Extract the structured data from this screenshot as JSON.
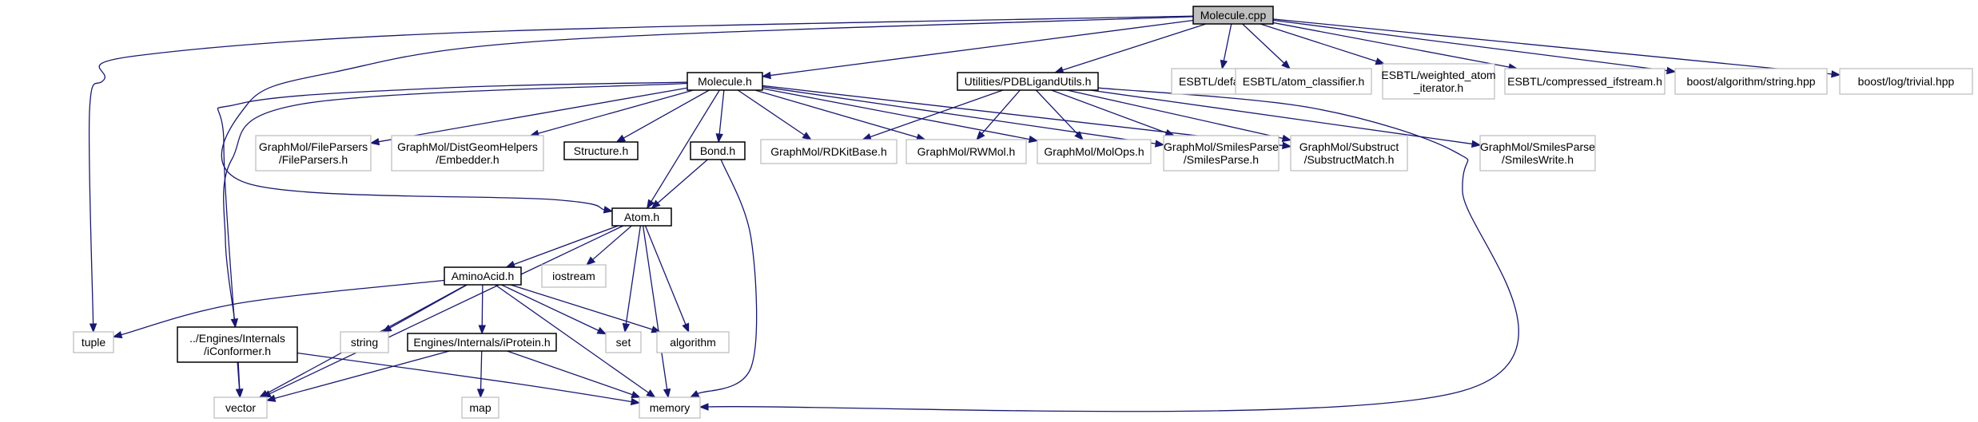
{
  "graph": {
    "nodes": {
      "molecule_cpp": {
        "lines": [
          "Molecule.cpp"
        ],
        "style": "root"
      },
      "molecule_h": {
        "lines": [
          "Molecule.h"
        ],
        "style": "doc"
      },
      "tuple": {
        "lines": [
          "tuple"
        ],
        "style": "external"
      },
      "pdbligandutils_h": {
        "lines": [
          "Utilities/PDBLigandUtils.h"
        ],
        "style": "doc"
      },
      "esbtl_default": {
        "lines": [
          "ESBTL/default.h"
        ],
        "style": "external"
      },
      "esbtl_atom_classifier": {
        "lines": [
          "ESBTL/atom_classifier.h"
        ],
        "style": "external"
      },
      "esbtl_weighted": {
        "lines": [
          "ESBTL/weighted_atom",
          "_iterator.h"
        ],
        "style": "external"
      },
      "esbtl_compressed": {
        "lines": [
          "ESBTL/compressed_ifstream.h"
        ],
        "style": "external"
      },
      "boost_string": {
        "lines": [
          "boost/algorithm/string.hpp"
        ],
        "style": "external"
      },
      "boost_log": {
        "lines": [
          "boost/log/trivial.hpp"
        ],
        "style": "external"
      },
      "vector": {
        "lines": [
          "vector"
        ],
        "style": "external"
      },
      "fileparsers": {
        "lines": [
          "GraphMol/FileParsers",
          "/FileParsers.h"
        ],
        "style": "external"
      },
      "embedder": {
        "lines": [
          "GraphMol/DistGeomHelpers",
          "/Embedder.h"
        ],
        "style": "external"
      },
      "structure_h": {
        "lines": [
          "Structure.h"
        ],
        "style": "doc"
      },
      "bond_h": {
        "lines": [
          "Bond.h"
        ],
        "style": "doc"
      },
      "rdkitbase": {
        "lines": [
          "GraphMol/RDKitBase.h"
        ],
        "style": "external"
      },
      "rwmol": {
        "lines": [
          "GraphMol/RWMol.h"
        ],
        "style": "external"
      },
      "molops": {
        "lines": [
          "GraphMol/MolOps.h"
        ],
        "style": "external"
      },
      "smilesparse": {
        "lines": [
          "GraphMol/SmilesParse",
          "/SmilesParse.h"
        ],
        "style": "external"
      },
      "substructmatch": {
        "lines": [
          "GraphMol/Substruct",
          "/SubstructMatch.h"
        ],
        "style": "external"
      },
      "smileswrite": {
        "lines": [
          "GraphMol/SmilesParse",
          "/SmilesWrite.h"
        ],
        "style": "external"
      },
      "atom_h": {
        "lines": [
          "Atom.h"
        ],
        "style": "doc"
      },
      "iconformer_h": {
        "lines": [
          "../Engines/Internals",
          "/iConformer.h"
        ],
        "style": "doc"
      },
      "aminoacid_h": {
        "lines": [
          "AminoAcid.h"
        ],
        "style": "doc"
      },
      "iostream": {
        "lines": [
          "iostream"
        ],
        "style": "external"
      },
      "string": {
        "lines": [
          "string"
        ],
        "style": "external"
      },
      "iprotein_h": {
        "lines": [
          "Engines/Internals/iProtein.h"
        ],
        "style": "doc"
      },
      "set": {
        "lines": [
          "set"
        ],
        "style": "external"
      },
      "algorithm": {
        "lines": [
          "algorithm"
        ],
        "style": "external"
      },
      "map": {
        "lines": [
          "map"
        ],
        "style": "external"
      },
      "memory": {
        "lines": [
          "memory"
        ],
        "style": "external"
      }
    },
    "edges": [
      [
        "molecule_cpp",
        "molecule_h"
      ],
      [
        "molecule_cpp",
        "tuple"
      ],
      [
        "molecule_cpp",
        "atom_h"
      ],
      [
        "molecule_cpp",
        "pdbligandutils_h"
      ],
      [
        "molecule_cpp",
        "esbtl_default"
      ],
      [
        "molecule_cpp",
        "esbtl_atom_classifier"
      ],
      [
        "molecule_cpp",
        "esbtl_weighted"
      ],
      [
        "molecule_cpp",
        "esbtl_compressed"
      ],
      [
        "molecule_cpp",
        "boost_string"
      ],
      [
        "molecule_cpp",
        "boost_log"
      ],
      [
        "molecule_h",
        "vector"
      ],
      [
        "molecule_h",
        "iconformer_h"
      ],
      [
        "molecule_h",
        "fileparsers"
      ],
      [
        "molecule_h",
        "embedder"
      ],
      [
        "molecule_h",
        "structure_h"
      ],
      [
        "molecule_h",
        "atom_h"
      ],
      [
        "molecule_h",
        "bond_h"
      ],
      [
        "molecule_h",
        "rdkitbase"
      ],
      [
        "molecule_h",
        "rwmol"
      ],
      [
        "molecule_h",
        "molops"
      ],
      [
        "molecule_h",
        "smilesparse"
      ],
      [
        "molecule_h",
        "substructmatch"
      ],
      [
        "pdbligandutils_h",
        "rdkitbase"
      ],
      [
        "pdbligandutils_h",
        "rwmol"
      ],
      [
        "pdbligandutils_h",
        "molops"
      ],
      [
        "pdbligandutils_h",
        "smilesparse"
      ],
      [
        "pdbligandutils_h",
        "substructmatch"
      ],
      [
        "pdbligandutils_h",
        "smileswrite"
      ],
      [
        "pdbligandutils_h",
        "memory"
      ],
      [
        "bond_h",
        "atom_h"
      ],
      [
        "bond_h",
        "memory"
      ],
      [
        "atom_h",
        "vector"
      ],
      [
        "atom_h",
        "aminoacid_h"
      ],
      [
        "atom_h",
        "iostream"
      ],
      [
        "atom_h",
        "set"
      ],
      [
        "atom_h",
        "algorithm"
      ],
      [
        "atom_h",
        "memory"
      ],
      [
        "aminoacid_h",
        "tuple"
      ],
      [
        "aminoacid_h",
        "vector"
      ],
      [
        "aminoacid_h",
        "string"
      ],
      [
        "aminoacid_h",
        "iprotein_h"
      ],
      [
        "aminoacid_h",
        "set"
      ],
      [
        "aminoacid_h",
        "algorithm"
      ],
      [
        "aminoacid_h",
        "memory"
      ],
      [
        "iconformer_h",
        "vector"
      ],
      [
        "iconformer_h",
        "memory"
      ],
      [
        "iprotein_h",
        "vector"
      ],
      [
        "iprotein_h",
        "map"
      ],
      [
        "iprotein_h",
        "memory"
      ]
    ]
  }
}
